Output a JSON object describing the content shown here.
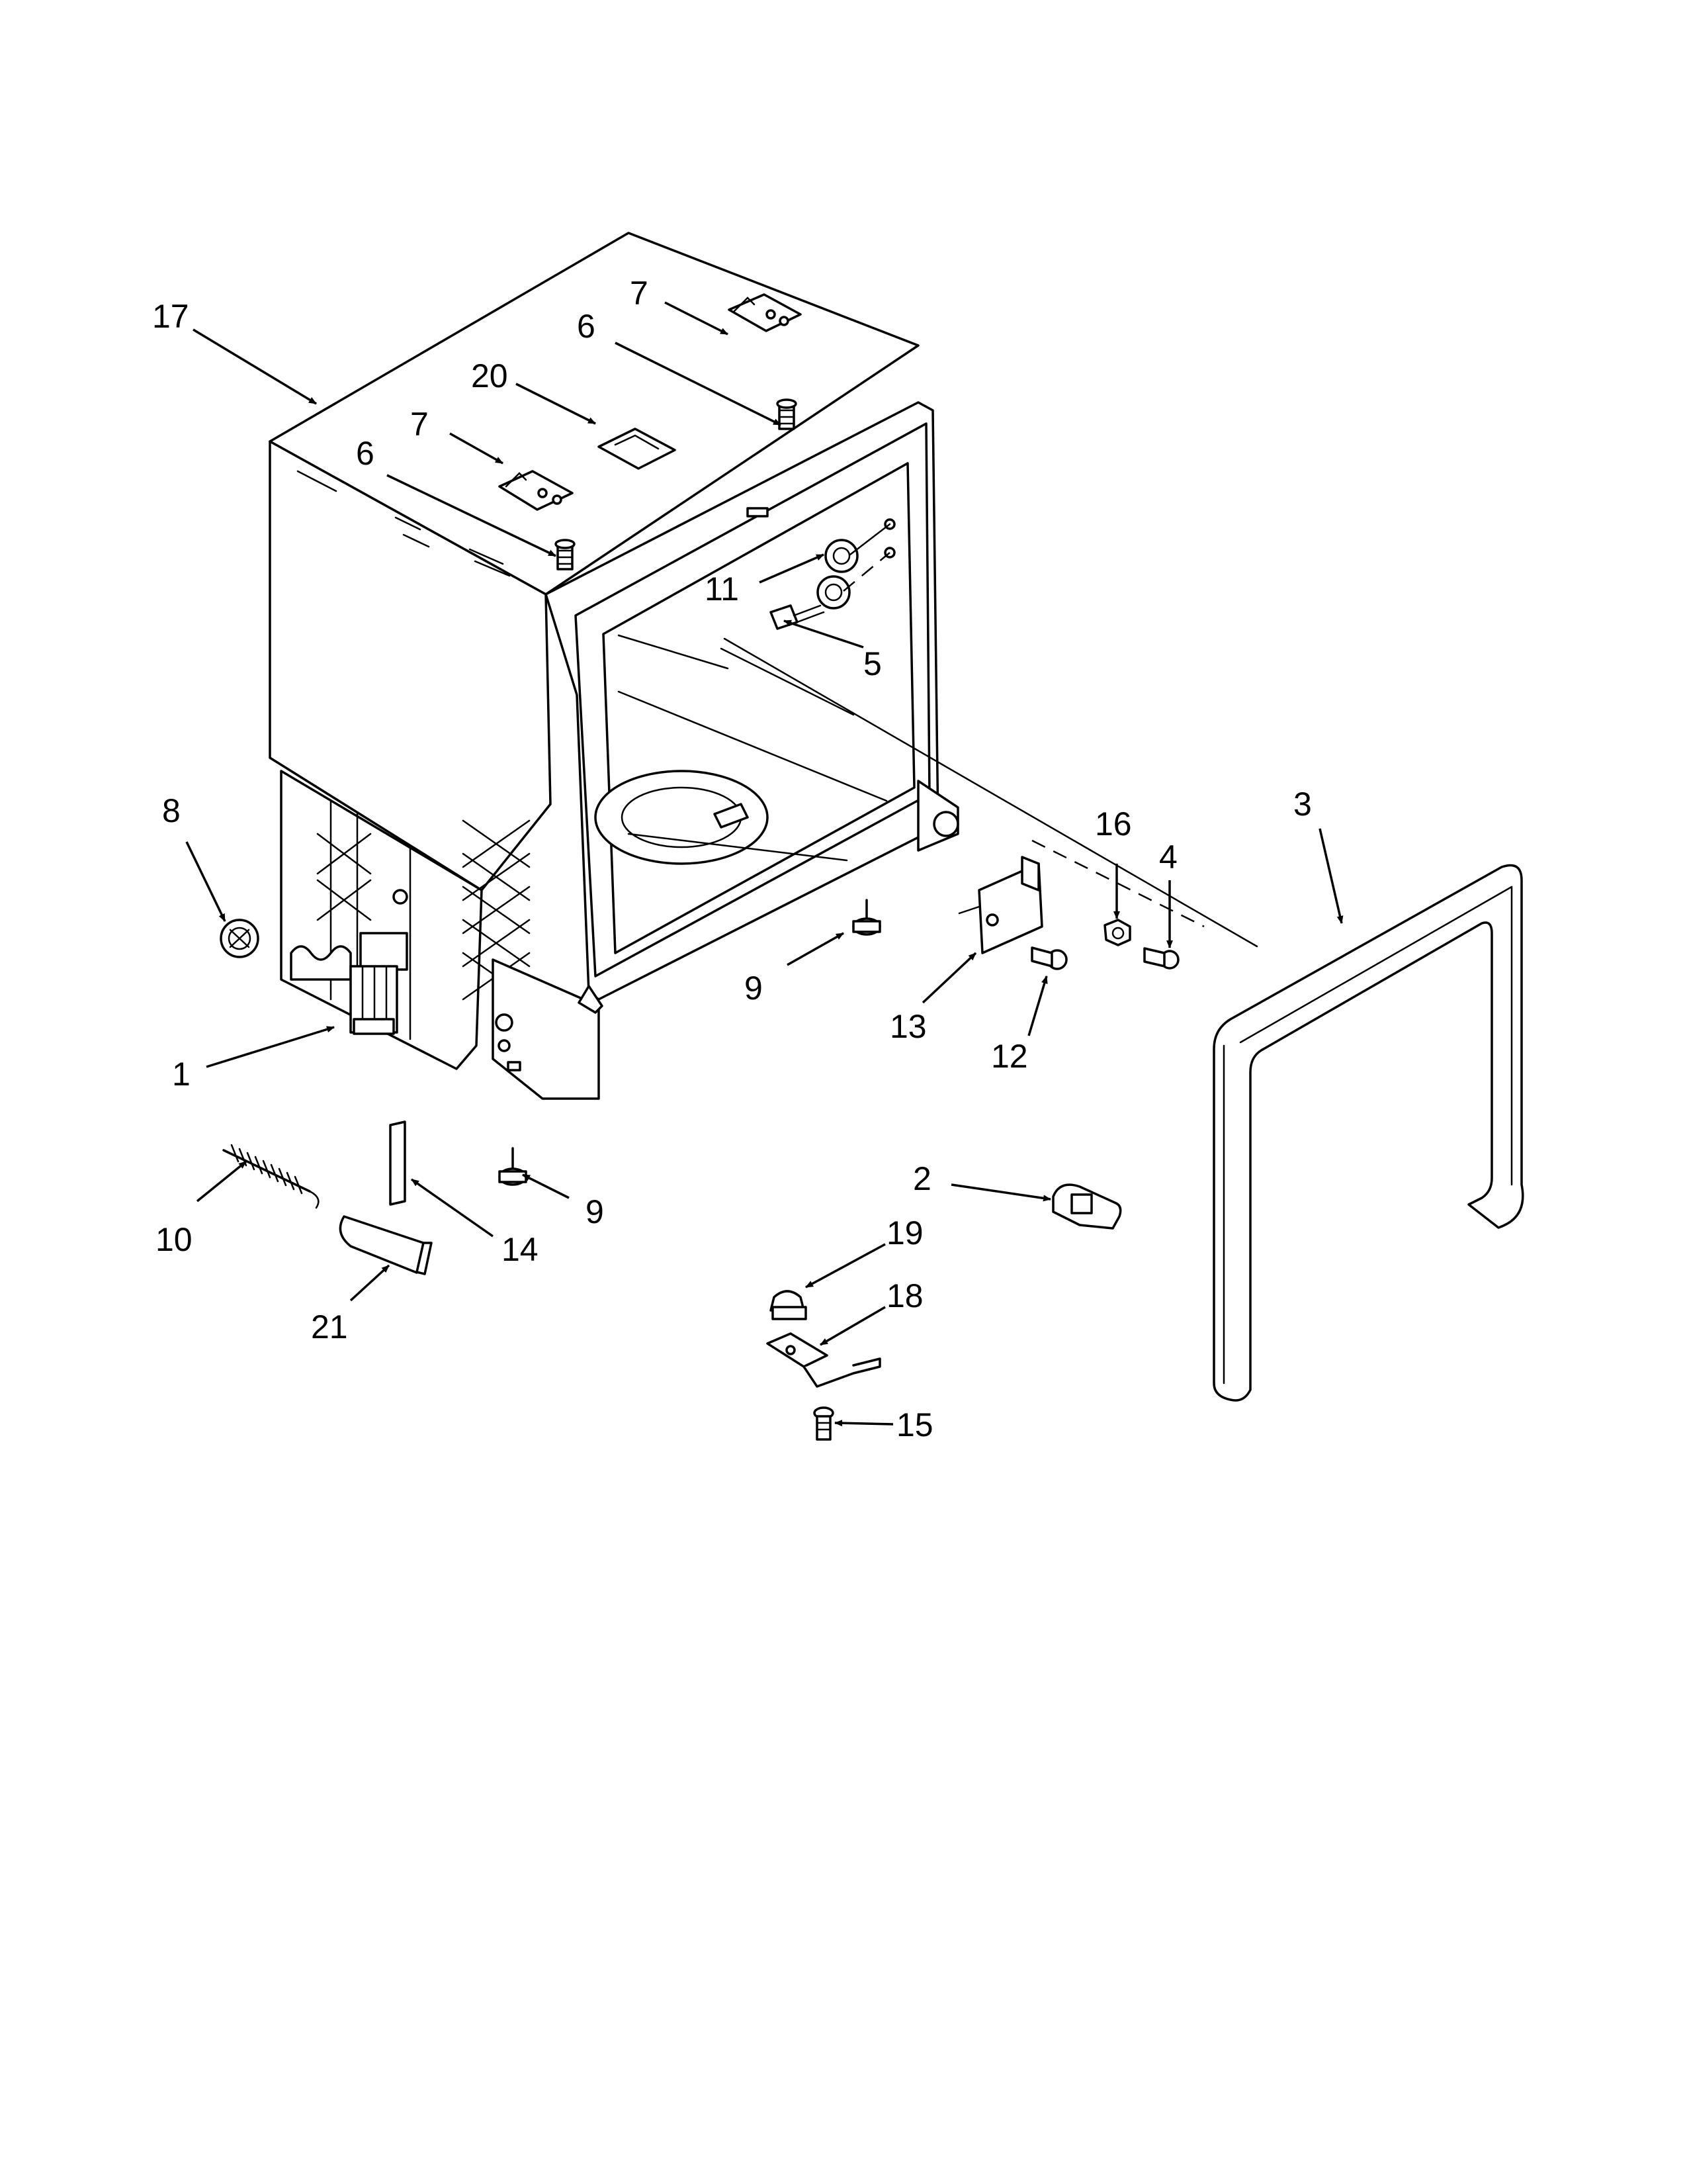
{
  "diagram": {
    "callouts": {
      "c1": "1",
      "c2": "2",
      "c3": "3",
      "c4": "4",
      "c5": "5",
      "c6a": "6",
      "c6b": "6",
      "c7a": "7",
      "c7b": "7",
      "c8": "8",
      "c9a": "9",
      "c9b": "9",
      "c10": "10",
      "c11": "11",
      "c12": "12",
      "c13": "13",
      "c14": "14",
      "c15": "15",
      "c16": "16",
      "c17": "17",
      "c18": "18",
      "c19": "19",
      "c20": "20",
      "c21": "21"
    }
  }
}
